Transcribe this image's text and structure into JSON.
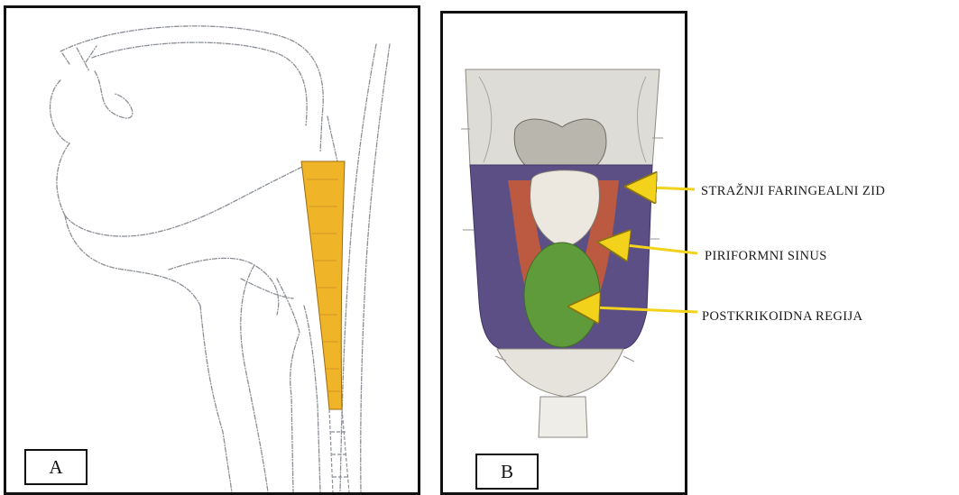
{
  "panels": {
    "a": {
      "letter": "A"
    },
    "b": {
      "letter": "B"
    }
  },
  "labels": {
    "posterior_wall": "STRAŽNJI FARINGEALNI ZID",
    "piriform_sinus": "PIRIFORMNI SINUS",
    "postcricoid": "POSTKRIKOIDNA REGIJA"
  },
  "colors": {
    "hypopharynx_highlight": "#f0b429",
    "posterior_wall": "#5b4f86",
    "piriform_sinus": "#c65a3a",
    "postcricoid_region": "#5f9b3a",
    "arrow": "#f2d21b"
  }
}
